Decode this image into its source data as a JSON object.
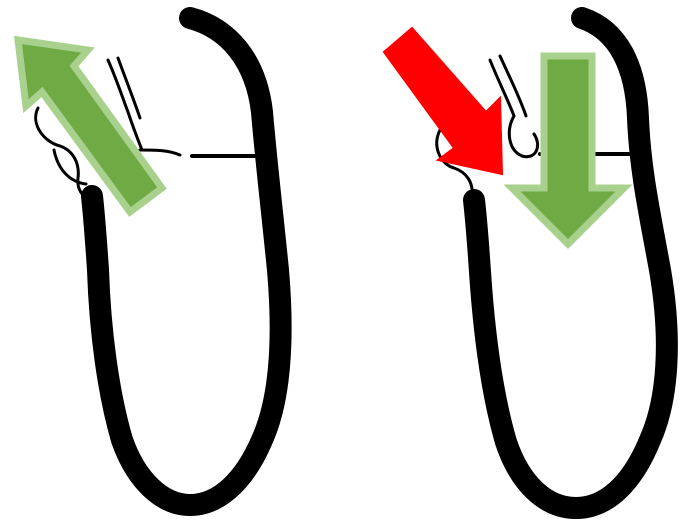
{
  "panels": [
    {
      "name": "left-heart",
      "arrows": [
        {
          "kind": "outflow",
          "direction": "up-left",
          "color": "#6FAA45",
          "outline": "#A9D18E"
        }
      ]
    },
    {
      "name": "right-heart",
      "arrows": [
        {
          "kind": "regurgitation",
          "direction": "down-right",
          "color": "#FF0000",
          "outline": "#FF0000"
        },
        {
          "kind": "inflow",
          "direction": "down",
          "color": "#6FAA45",
          "outline": "#A9D18E"
        }
      ]
    }
  ],
  "colors": {
    "background": "#FFFFFF",
    "wall": "#000000"
  }
}
